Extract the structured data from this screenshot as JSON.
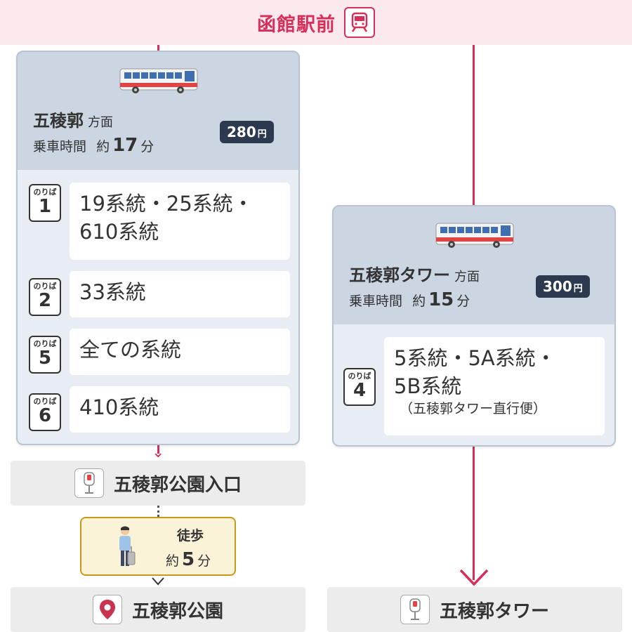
{
  "header": {
    "title": "函館駅前",
    "icon": "train-icon"
  },
  "left_route": {
    "destination": "五稜郭",
    "destination_suffix": "方面",
    "ride_label": "乗車時間",
    "ride_prefix": "約",
    "ride_minutes": "17",
    "ride_unit": "分",
    "fare_amount": "280",
    "fare_unit": "円",
    "platforms": [
      {
        "label": "のりば",
        "number": "1",
        "routes": "19系統・25系統・610系統"
      },
      {
        "label": "のりば",
        "number": "2",
        "routes": "33系統"
      },
      {
        "label": "のりば",
        "number": "5",
        "routes": "全ての系統"
      },
      {
        "label": "のりば",
        "number": "6",
        "routes": "410系統"
      }
    ]
  },
  "right_route": {
    "destination": "五稜郭タワー",
    "destination_suffix": "方面",
    "ride_label": "乗車時間",
    "ride_prefix": "約",
    "ride_minutes": "15",
    "ride_unit": "分",
    "fare_amount": "300",
    "fare_unit": "円",
    "platform": {
      "label": "のりば",
      "number": "4",
      "routes_line1": "5系統・5A系統・",
      "routes_line2": "5B系統",
      "note": "（五稜郭タワー直行便）"
    }
  },
  "stops": {
    "transfer": {
      "name": "五稜郭公園入口",
      "icon": "bus-stop-icon"
    },
    "left_end": {
      "name": "五稜郭公園",
      "icon": "map-pin-icon"
    },
    "right_end": {
      "name": "五稜郭タワー",
      "icon": "bus-stop-icon"
    }
  },
  "walk": {
    "label": "徒歩",
    "prefix": "約",
    "minutes": "5",
    "unit": "分",
    "icon": "walking-person-icon"
  },
  "colors": {
    "accent": "#d6305a",
    "card": "#ccd6e2",
    "fare_badge": "#2b3a4e",
    "walk_border": "#c99a1a"
  }
}
